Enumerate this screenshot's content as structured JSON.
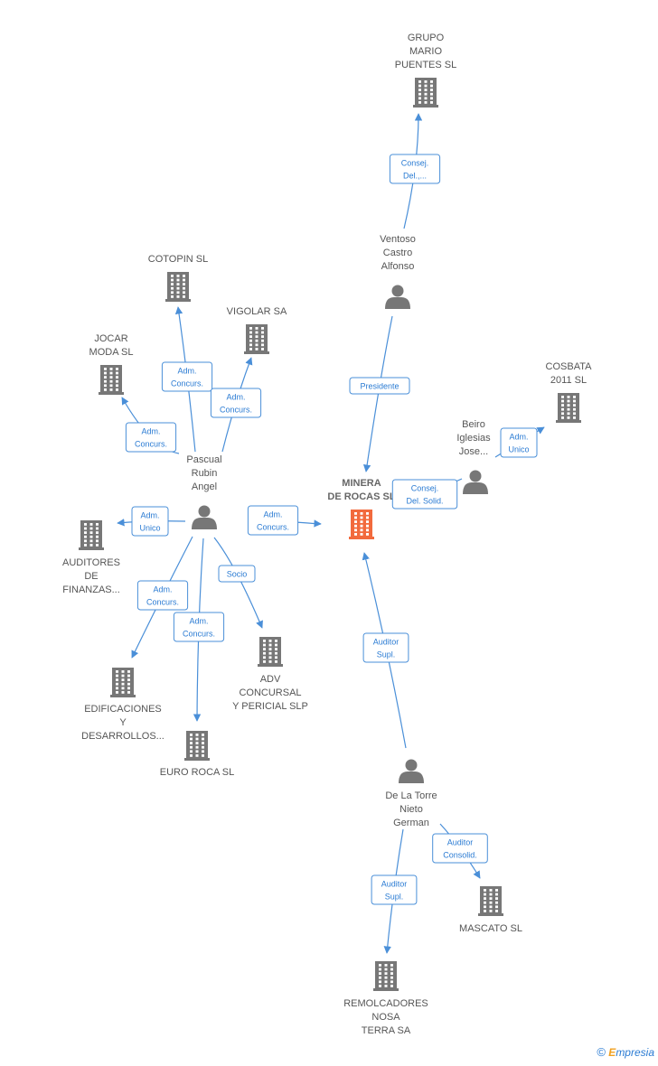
{
  "colors": {
    "edge": "#4a8fd8",
    "node": "#777777",
    "main_node": "#f26a3d",
    "label": "#555555"
  },
  "nodes": [
    {
      "id": "minera",
      "type": "company",
      "main": true,
      "lines": [
        "MINERA",
        "DE ROCAS SL"
      ]
    },
    {
      "id": "grupo_mario",
      "type": "company",
      "lines": [
        "GRUPO",
        "MARIO",
        "PUENTES SL"
      ]
    },
    {
      "id": "ventoso",
      "type": "person",
      "lines": [
        "Ventoso",
        "Castro",
        "Alfonso"
      ]
    },
    {
      "id": "cotopin",
      "type": "company",
      "lines": [
        "COTOPIN SL"
      ]
    },
    {
      "id": "vigolar",
      "type": "company",
      "lines": [
        "VIGOLAR SA"
      ]
    },
    {
      "id": "jocar",
      "type": "company",
      "lines": [
        "JOCAR",
        "MODA SL"
      ]
    },
    {
      "id": "cosbata",
      "type": "company",
      "lines": [
        "COSBATA",
        "2011 SL"
      ]
    },
    {
      "id": "beiro",
      "type": "person",
      "lines": [
        "Beiro",
        "Iglesias",
        "Jose..."
      ]
    },
    {
      "id": "pascual",
      "type": "person",
      "lines": [
        "Pascual",
        "Rubin",
        "Angel"
      ]
    },
    {
      "id": "auditores",
      "type": "company",
      "lines": [
        "AUDITORES",
        "DE",
        "FINANZAS..."
      ]
    },
    {
      "id": "adv",
      "type": "company",
      "lines": [
        "ADV",
        "CONCURSAL",
        "Y PERICIAL SLP"
      ]
    },
    {
      "id": "edificaciones",
      "type": "company",
      "lines": [
        "EDIFICACIONES",
        "Y",
        "DESARROLLOS..."
      ]
    },
    {
      "id": "euro_roca",
      "type": "company",
      "lines": [
        "EURO ROCA SL"
      ]
    },
    {
      "id": "de_la_torre",
      "type": "person",
      "lines": [
        "De La Torre",
        "Nieto",
        "German"
      ]
    },
    {
      "id": "mascato",
      "type": "company",
      "lines": [
        "MASCATO SL"
      ]
    },
    {
      "id": "remolcadores",
      "type": "company",
      "lines": [
        "REMOLCADORES",
        "NOSA",
        "TERRA SA"
      ]
    }
  ],
  "edges": [
    {
      "from": "ventoso",
      "to": "grupo_mario",
      "label": [
        "Consej.",
        "Del.,..."
      ]
    },
    {
      "from": "ventoso",
      "to": "minera",
      "label": [
        "Presidente"
      ]
    },
    {
      "from": "beiro",
      "to": "cosbata",
      "label": [
        "Adm.",
        "Unico"
      ]
    },
    {
      "from": "beiro",
      "to": "minera",
      "label": [
        "Consej.",
        "Del. Solid."
      ]
    },
    {
      "from": "pascual",
      "to": "cotopin",
      "label": [
        "Adm.",
        "Concurs."
      ]
    },
    {
      "from": "pascual",
      "to": "vigolar",
      "label": [
        "Adm.",
        "Concurs."
      ]
    },
    {
      "from": "pascual",
      "to": "jocar",
      "label": [
        "Adm.",
        "Concurs."
      ]
    },
    {
      "from": "pascual",
      "to": "auditores",
      "label": [
        "Adm.",
        "Unico"
      ]
    },
    {
      "from": "pascual",
      "to": "minera",
      "label": [
        "Adm.",
        "Concurs."
      ]
    },
    {
      "from": "pascual",
      "to": "adv",
      "label": [
        "Socio"
      ]
    },
    {
      "from": "pascual",
      "to": "edificaciones",
      "label": [
        "Adm.",
        "Concurs."
      ]
    },
    {
      "from": "pascual",
      "to": "euro_roca",
      "label": [
        "Adm.",
        "Concurs."
      ]
    },
    {
      "from": "de_la_torre",
      "to": "minera",
      "label": [
        "Auditor",
        "Supl."
      ]
    },
    {
      "from": "de_la_torre",
      "to": "mascato",
      "label": [
        "Auditor",
        "Consolid."
      ]
    },
    {
      "from": "de_la_torre",
      "to": "remolcadores",
      "label": [
        "Auditor",
        "Supl."
      ]
    }
  ],
  "footer": {
    "symbol": "©",
    "brand_initial": "E",
    "brand_rest": "mpresia"
  }
}
